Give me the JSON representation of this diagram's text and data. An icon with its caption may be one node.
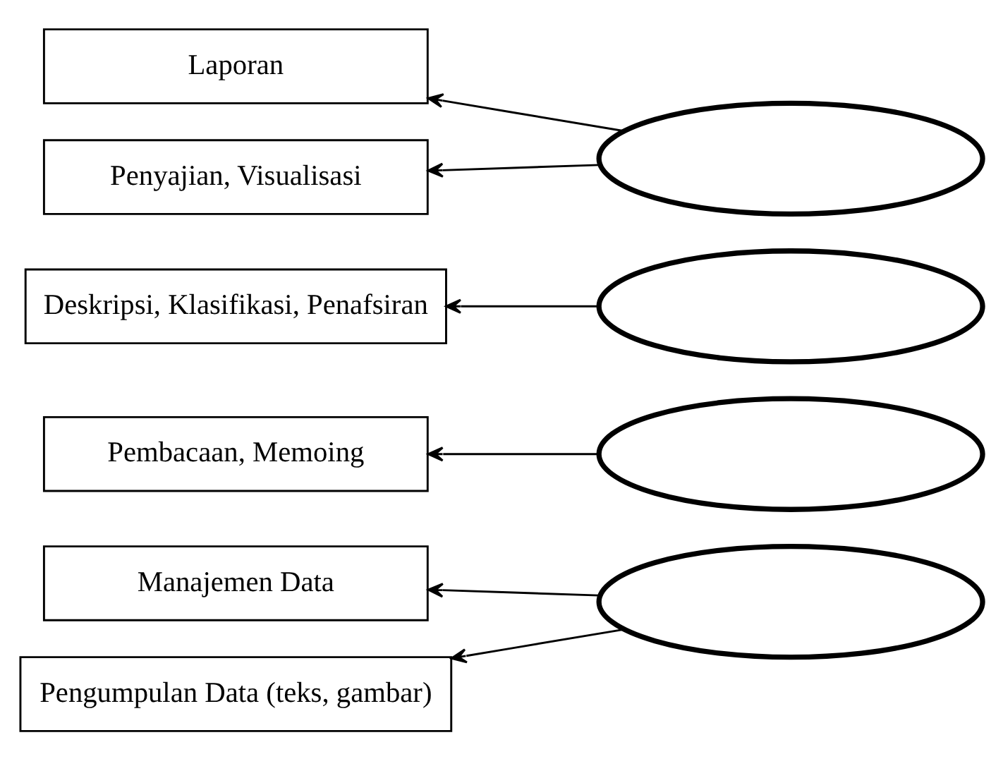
{
  "diagram": {
    "nodes": [
      {
        "text": [
          "Laporan"
        ]
      },
      {
        "text": [
          "Penyajian, Visualisasi"
        ]
      },
      {
        "text": [
          "Deskripsi, Klasifikasi, Penafsiran"
        ]
      },
      {
        "text": [
          "Pembacaan, Memoing"
        ]
      },
      {
        "text": [
          "Manajemen Data"
        ]
      },
      {
        "text": [
          "Pengumpulan Data (teks, gambar)"
        ]
      },
      {
        "text": [],
        "shape": "ellipse"
      },
      {
        "text": [],
        "shape": "ellipse"
      },
      {
        "text": [],
        "shape": "ellipse"
      },
      {
        "text": [],
        "shape": "ellipse"
      }
    ],
    "edges": [
      {
        "from": 6,
        "to": 0,
        "arrow": "to"
      },
      {
        "from": 6,
        "to": 1,
        "arrow": "to"
      },
      {
        "from": 7,
        "to": 2,
        "arrow": "to"
      },
      {
        "from": 8,
        "to": 3,
        "arrow": "to"
      },
      {
        "from": 9,
        "to": 4,
        "arrow": "to"
      },
      {
        "from": 9,
        "to": 5,
        "arrow": "to"
      }
    ]
  }
}
